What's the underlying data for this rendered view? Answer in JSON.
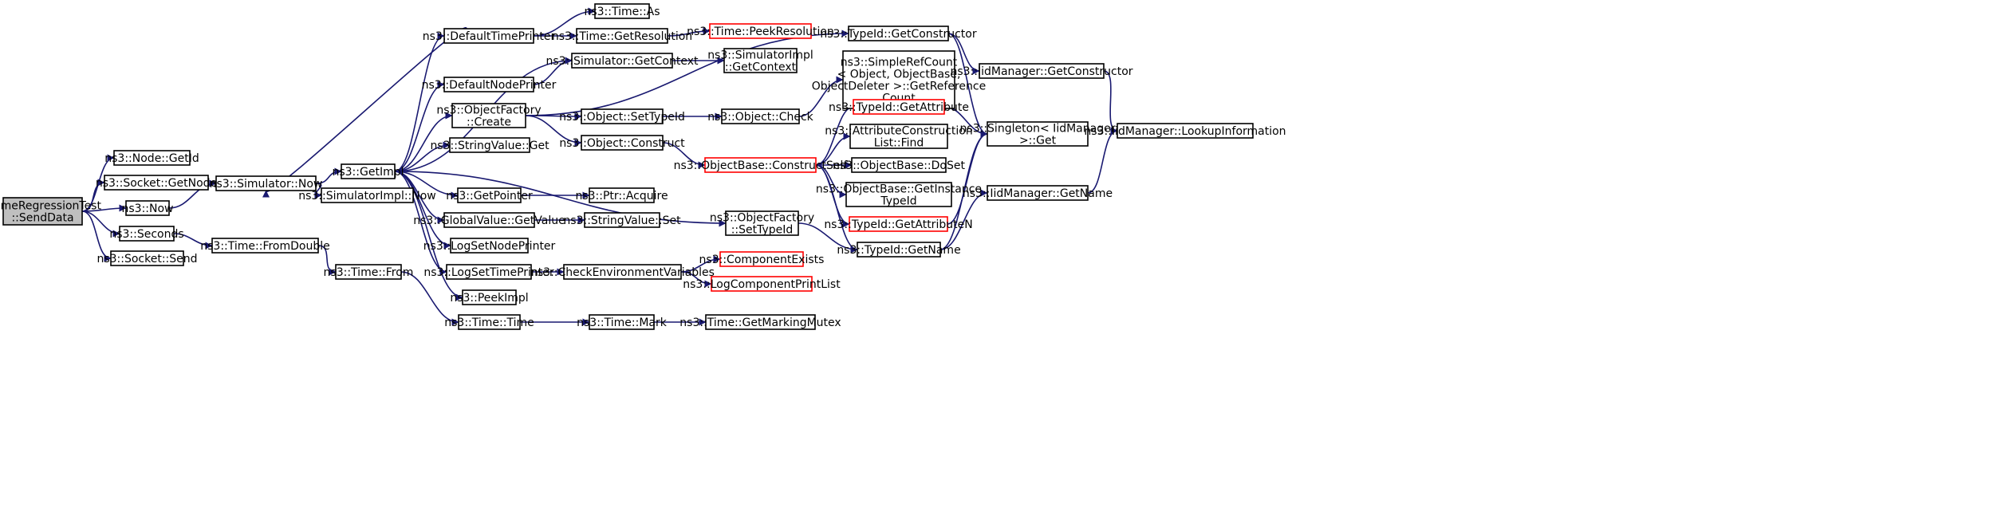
{
  "colors": {
    "edge": "#191970",
    "node_border": "#000000",
    "node_border_red": "#ff0000",
    "root_fill": "#bfbfbf",
    "node_fill": "#ffffff"
  },
  "nodes": [
    {
      "id": "root",
      "lines": [
        "FlameRegressionTest",
        "::SendData"
      ],
      "style": "root"
    },
    {
      "id": "nodegetid",
      "lines": [
        "ns3::Node::GetId"
      ],
      "style": "normal"
    },
    {
      "id": "sockgetnode",
      "lines": [
        "ns3::Socket::GetNode"
      ],
      "style": "normal"
    },
    {
      "id": "now",
      "lines": [
        "ns3::Now"
      ],
      "style": "normal"
    },
    {
      "id": "seconds",
      "lines": [
        "ns3::Seconds"
      ],
      "style": "normal"
    },
    {
      "id": "socksend",
      "lines": [
        "ns3::Socket::Send"
      ],
      "style": "normal"
    },
    {
      "id": "simnow",
      "lines": [
        "ns3::Simulator::Now"
      ],
      "style": "normal"
    },
    {
      "id": "fromdouble",
      "lines": [
        "ns3::Time::FromDouble"
      ],
      "style": "normal"
    },
    {
      "id": "getimpl",
      "lines": [
        "ns3::GetImpl"
      ],
      "style": "normal"
    },
    {
      "id": "simimplnow",
      "lines": [
        "ns3::SimulatorImpl::Now"
      ],
      "style": "normal"
    },
    {
      "id": "timefrom",
      "lines": [
        "ns3::Time::From"
      ],
      "style": "normal"
    },
    {
      "id": "deftp",
      "lines": [
        "ns3::DefaultTimePrinter"
      ],
      "style": "normal"
    },
    {
      "id": "defnp",
      "lines": [
        "ns3::DefaultNodePrinter"
      ],
      "style": "normal"
    },
    {
      "id": "ofcreate",
      "lines": [
        "ns3::ObjectFactory",
        "::Create"
      ],
      "style": "normal"
    },
    {
      "id": "strvalget",
      "lines": [
        "ns3::StringValue::Get"
      ],
      "style": "normal"
    },
    {
      "id": "getpointer",
      "lines": [
        "ns3::GetPointer"
      ],
      "style": "normal"
    },
    {
      "id": "gvgetvalue",
      "lines": [
        "ns3::GlobalValue::GetValue"
      ],
      "style": "normal"
    },
    {
      "id": "logsetnp",
      "lines": [
        "ns3::LogSetNodePrinter"
      ],
      "style": "normal"
    },
    {
      "id": "logsettp",
      "lines": [
        "ns3::LogSetTimePrinter"
      ],
      "style": "normal"
    },
    {
      "id": "peekimpl",
      "lines": [
        "ns3::PeekImpl"
      ],
      "style": "normal"
    },
    {
      "id": "timetime",
      "lines": [
        "ns3::Time::Time"
      ],
      "style": "normal"
    },
    {
      "id": "timeas",
      "lines": [
        "ns3::Time::As"
      ],
      "style": "normal"
    },
    {
      "id": "timegetres",
      "lines": [
        "ns3::Time::GetResolution"
      ],
      "style": "normal"
    },
    {
      "id": "simgetctx",
      "lines": [
        "ns3::Simulator::GetContext"
      ],
      "style": "normal"
    },
    {
      "id": "objsettid",
      "lines": [
        "ns3::Object::SetTypeId"
      ],
      "style": "normal"
    },
    {
      "id": "objconstruct",
      "lines": [
        "ns3::Object::Construct"
      ],
      "style": "normal"
    },
    {
      "id": "ptracquire",
      "lines": [
        "ns3::Ptr::Acquire"
      ],
      "style": "normal"
    },
    {
      "id": "strvalset",
      "lines": [
        "ns3::StringValue::Set"
      ],
      "style": "normal"
    },
    {
      "id": "checkenv",
      "lines": [
        "ns3::CheckEnvironmentVariables"
      ],
      "style": "normal"
    },
    {
      "id": "timemark",
      "lines": [
        "ns3::Time::Mark"
      ],
      "style": "normal"
    },
    {
      "id": "peekres",
      "lines": [
        "ns3::Time::PeekResolution"
      ],
      "style": "red"
    },
    {
      "id": "simimplgetctx",
      "lines": [
        "ns3::SimulatorImpl",
        "::GetContext"
      ],
      "style": "normal"
    },
    {
      "id": "objcheck",
      "lines": [
        "ns3::Object::Check"
      ],
      "style": "normal"
    },
    {
      "id": "obconstructself",
      "lines": [
        "ns3::ObjectBase::ConstructSelf"
      ],
      "style": "red"
    },
    {
      "id": "ofsettid",
      "lines": [
        "ns3::ObjectFactory",
        "::SetTypeId"
      ],
      "style": "normal"
    },
    {
      "id": "compexists",
      "lines": [
        "ns3::ComponentExists"
      ],
      "style": "red"
    },
    {
      "id": "logcompprint",
      "lines": [
        "ns3::LogComponentPrintList"
      ],
      "style": "red"
    },
    {
      "id": "getmarkmutex",
      "lines": [
        "ns3::Time::GetMarkingMutex"
      ],
      "style": "normal"
    },
    {
      "id": "tidgetctor",
      "lines": [
        "ns3::TypeId::GetConstructor"
      ],
      "style": "normal"
    },
    {
      "id": "simplerefcount",
      "lines": [
        "ns3::SimpleRefCount",
        "< Object, ObjectBase,",
        "ObjectDeleter >::GetReference",
        "Count"
      ],
      "style": "normal"
    },
    {
      "id": "tidgetattr",
      "lines": [
        "ns3::TypeId::GetAttribute"
      ],
      "style": "red"
    },
    {
      "id": "attrconstrfind",
      "lines": [
        "ns3::AttributeConstruction",
        "List::Find"
      ],
      "style": "normal"
    },
    {
      "id": "obdoset",
      "lines": [
        "ns3::ObjectBase::DoSet"
      ],
      "style": "normal"
    },
    {
      "id": "obgetinst",
      "lines": [
        "ns3::ObjectBase::GetInstance",
        "TypeId"
      ],
      "style": "normal"
    },
    {
      "id": "tidgetattrn",
      "lines": [
        "ns3::TypeId::GetAttributeN"
      ],
      "style": "red"
    },
    {
      "id": "tidgetname",
      "lines": [
        "ns3::TypeId::GetName"
      ],
      "style": "normal"
    },
    {
      "id": "iidgetctor",
      "lines": [
        "ns3::IidManager::GetConstructor"
      ],
      "style": "normal"
    },
    {
      "id": "singletonget",
      "lines": [
        "ns3::Singleton< IidManager",
        ">::Get"
      ],
      "style": "normal"
    },
    {
      "id": "iidgetname",
      "lines": [
        "ns3::IidManager::GetName"
      ],
      "style": "normal"
    },
    {
      "id": "iidlookup",
      "lines": [
        "ns3::IidManager::LookupInformation"
      ],
      "style": "normal"
    }
  ],
  "edges": [
    [
      "root",
      "nodegetid"
    ],
    [
      "root",
      "sockgetnode"
    ],
    [
      "root",
      "now"
    ],
    [
      "root",
      "seconds"
    ],
    [
      "root",
      "socksend"
    ],
    [
      "now",
      "simnow"
    ],
    [
      "seconds",
      "fromdouble"
    ],
    [
      "simnow",
      "getimpl"
    ],
    [
      "simnow",
      "simimplnow"
    ],
    [
      "fromdouble",
      "timefrom"
    ],
    [
      "timefrom",
      "timetime"
    ],
    [
      "getimpl",
      "deftp"
    ],
    [
      "getimpl",
      "simgetctx"
    ],
    [
      "getimpl",
      "defnp"
    ],
    [
      "getimpl",
      "ofcreate"
    ],
    [
      "getimpl",
      "strvalget"
    ],
    [
      "getimpl",
      "getpointer"
    ],
    [
      "getimpl",
      "gvgetvalue"
    ],
    [
      "getimpl",
      "logsetnp"
    ],
    [
      "getimpl",
      "logsettp"
    ],
    [
      "getimpl",
      "peekimpl"
    ],
    [
      "getimpl",
      "ofsettid"
    ],
    [
      "deftp",
      "simnow"
    ],
    [
      "deftp",
      "timeas"
    ],
    [
      "deftp",
      "timegetres"
    ],
    [
      "timegetres",
      "peekres"
    ],
    [
      "defnp",
      "simgetctx"
    ],
    [
      "simgetctx",
      "simimplgetctx"
    ],
    [
      "ofcreate",
      "tidgetctor"
    ],
    [
      "ofcreate",
      "objsettid"
    ],
    [
      "ofcreate",
      "objconstruct"
    ],
    [
      "objsettid",
      "objcheck"
    ],
    [
      "objcheck",
      "simplerefcount"
    ],
    [
      "objconstruct",
      "obconstructself"
    ],
    [
      "getpointer",
      "ptracquire"
    ],
    [
      "gvgetvalue",
      "strvalset"
    ],
    [
      "logsettp",
      "checkenv"
    ],
    [
      "checkenv",
      "compexists"
    ],
    [
      "checkenv",
      "logcompprint"
    ],
    [
      "timetime",
      "timemark"
    ],
    [
      "timemark",
      "getmarkmutex"
    ],
    [
      "obconstructself",
      "tidgetattr"
    ],
    [
      "obconstructself",
      "attrconstrfind"
    ],
    [
      "obconstructself",
      "obdoset"
    ],
    [
      "obconstructself",
      "obgetinst"
    ],
    [
      "obconstructself",
      "tidgetattrn"
    ],
    [
      "obconstructself",
      "tidgetname"
    ],
    [
      "ofsettid",
      "tidgetname"
    ],
    [
      "tidgetctor",
      "iidgetctor"
    ],
    [
      "tidgetctor",
      "singletonget"
    ],
    [
      "tidgetattr",
      "singletonget"
    ],
    [
      "tidgetattrn",
      "singletonget"
    ],
    [
      "tidgetname",
      "singletonget"
    ],
    [
      "tidgetname",
      "iidgetname"
    ],
    [
      "iidgetctor",
      "iidlookup"
    ],
    [
      "iidgetname",
      "iidlookup"
    ]
  ]
}
